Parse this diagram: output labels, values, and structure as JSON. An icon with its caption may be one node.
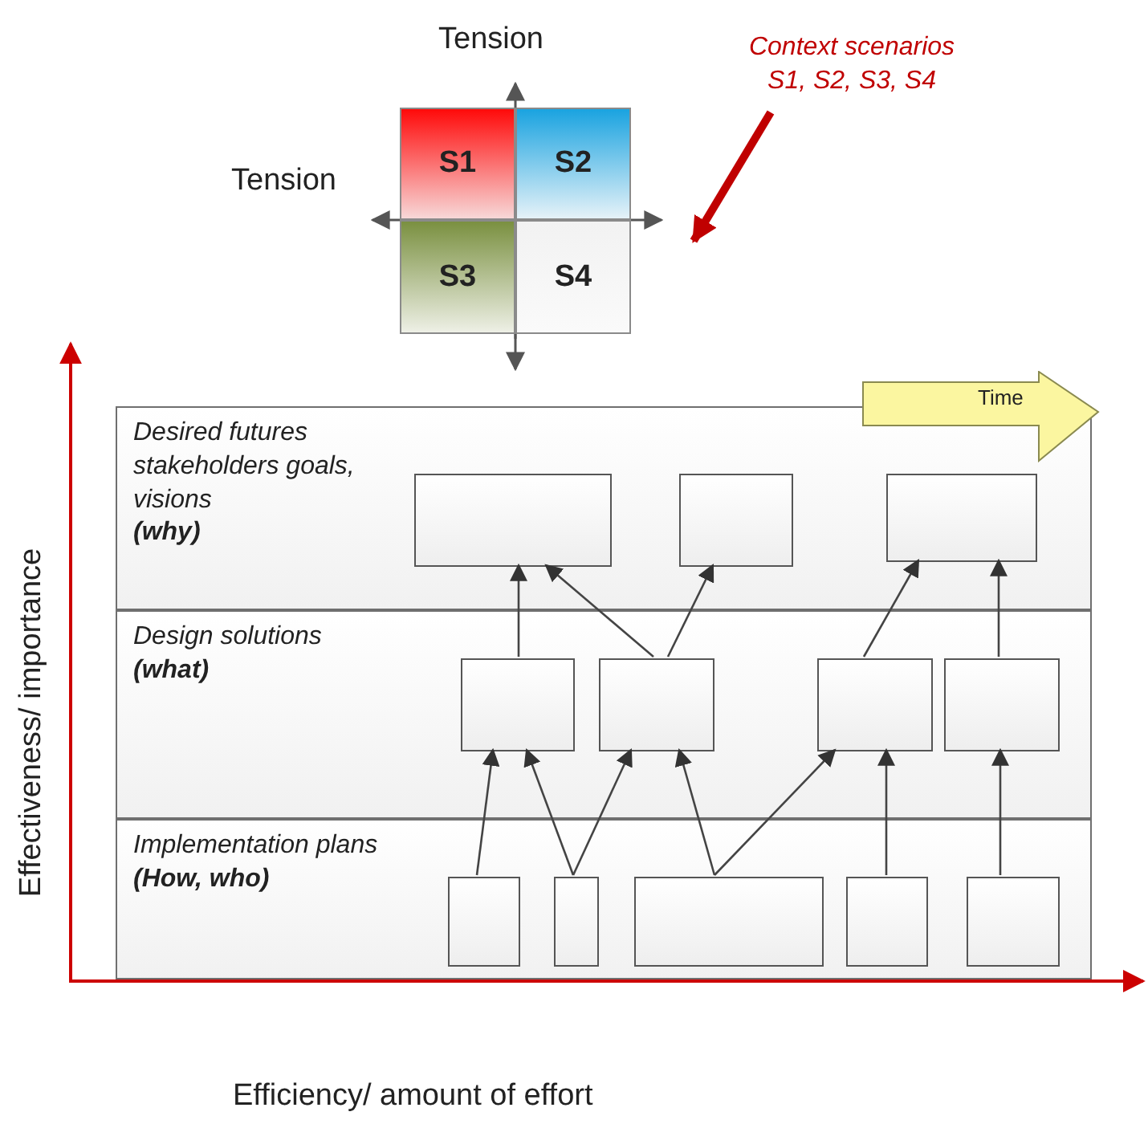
{
  "diagram": {
    "nodes": [
      {
        "text": [
          "S1"
        ]
      },
      {
        "text": [
          "S2"
        ]
      },
      {
        "text": [
          "S3"
        ]
      },
      {
        "text": [
          "S4"
        ]
      },
      {
        "text": [
          "Context scenarios S1, S2, S3, S4"
        ]
      },
      {
        "text": [
          "Time"
        ]
      },
      {
        "text": [
          "Desired futures stakeholders goals, visions",
          "(why)"
        ]
      },
      {
        "text": [
          "Design solutions",
          "(what)"
        ]
      },
      {
        "text": [
          "Implementation plans",
          "(How, who)"
        ]
      },
      {
        "text": [],
        "shape": "box",
        "in": 6
      },
      {
        "text": [],
        "shape": "box",
        "in": 6
      },
      {
        "text": [],
        "shape": "box",
        "in": 6
      },
      {
        "text": [],
        "shape": "box",
        "in": 7
      },
      {
        "text": [],
        "shape": "box",
        "in": 7
      },
      {
        "text": [],
        "shape": "box",
        "in": 7
      },
      {
        "text": [],
        "shape": "box",
        "in": 7
      },
      {
        "text": [],
        "shape": "box",
        "in": 8
      },
      {
        "text": [],
        "shape": "box",
        "in": 8
      },
      {
        "text": [],
        "shape": "box",
        "in": 8
      },
      {
        "text": [],
        "shape": "box",
        "in": 8
      },
      {
        "text": [],
        "shape": "box",
        "in": 8
      }
    ],
    "edges": [
      {
        "from": 4,
        "to": null,
        "arrow": "to",
        "style": "thick",
        "color": "#c00000"
      },
      {
        "from": 12,
        "to": 9,
        "arrow": "to"
      },
      {
        "from": 13,
        "to": 9,
        "arrow": "to"
      },
      {
        "from": 13,
        "to": 10,
        "arrow": "to"
      },
      {
        "from": 14,
        "to": 11,
        "arrow": "to"
      },
      {
        "from": 15,
        "to": 11,
        "arrow": "to"
      },
      {
        "from": 16,
        "to": 12,
        "arrow": "to"
      },
      {
        "from": 17,
        "to": 12,
        "arrow": "to"
      },
      {
        "from": 17,
        "to": 13,
        "arrow": "to"
      },
      {
        "from": 18,
        "to": 13,
        "arrow": "to"
      },
      {
        "from": 18,
        "to": 14,
        "arrow": "to"
      },
      {
        "from": 19,
        "to": 14,
        "arrow": "to"
      },
      {
        "from": 20,
        "to": 15,
        "arrow": "to"
      }
    ],
    "labels": [
      "Tension",
      "Tension",
      "Effectiveness/ importance",
      "Efficiency/ amount of effort"
    ]
  }
}
